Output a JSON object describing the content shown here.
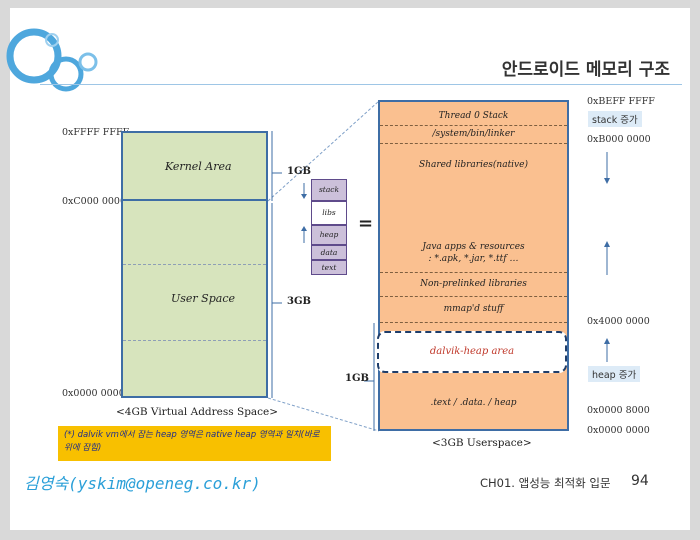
{
  "title": "안드로이드 메모리 구조",
  "left_map": {
    "addresses": {
      "top": "0xFFFF FFFF",
      "mid": "0xC000 0000",
      "bottom": "0x0000 0000"
    },
    "kernel_label": "Kernel Area",
    "user_label": "User Space",
    "size_kernel": "1GB",
    "size_user": "3GB",
    "caption": "<4GB Virtual Address Space>"
  },
  "mini_stack": [
    "stack",
    "libs",
    "heap",
    "data",
    "text"
  ],
  "equals": "=",
  "right_map": {
    "segments": {
      "thread_stack": "Thread 0 Stack",
      "linker": "/system/bin/linker",
      "shared_libs": "Shared libraries(native)",
      "java_apps": "Java apps & resources",
      "java_apps_ext": ": *.apk, *.jar, *.ttf …",
      "nonprelinked": "Non-prelinked libraries",
      "mmap": "mmap'd stuff",
      "dalvik": "dalvik-heap area",
      "text_data": ".text / .data. / heap"
    },
    "addresses": {
      "a1": "0xBEFF FFFF",
      "a2": "0xB000 0000",
      "a3": "0x4000 0000",
      "a4": "0x0000 8000",
      "a5": "0x0000 0000"
    },
    "stack_tag": "stack 증가",
    "heap_tag": "heap 증가",
    "size_label": "1GB",
    "caption": "<3GB Userspace>"
  },
  "note": "(*) dalvik vm에서 잡는 heap 영역은 native heap 영역과 일치(바로 위에 잡힘)",
  "author": "김영숙(yskim@openeg.co.kr)",
  "footer": "CH01. 앱성능 최적화 입문",
  "page": "94"
}
